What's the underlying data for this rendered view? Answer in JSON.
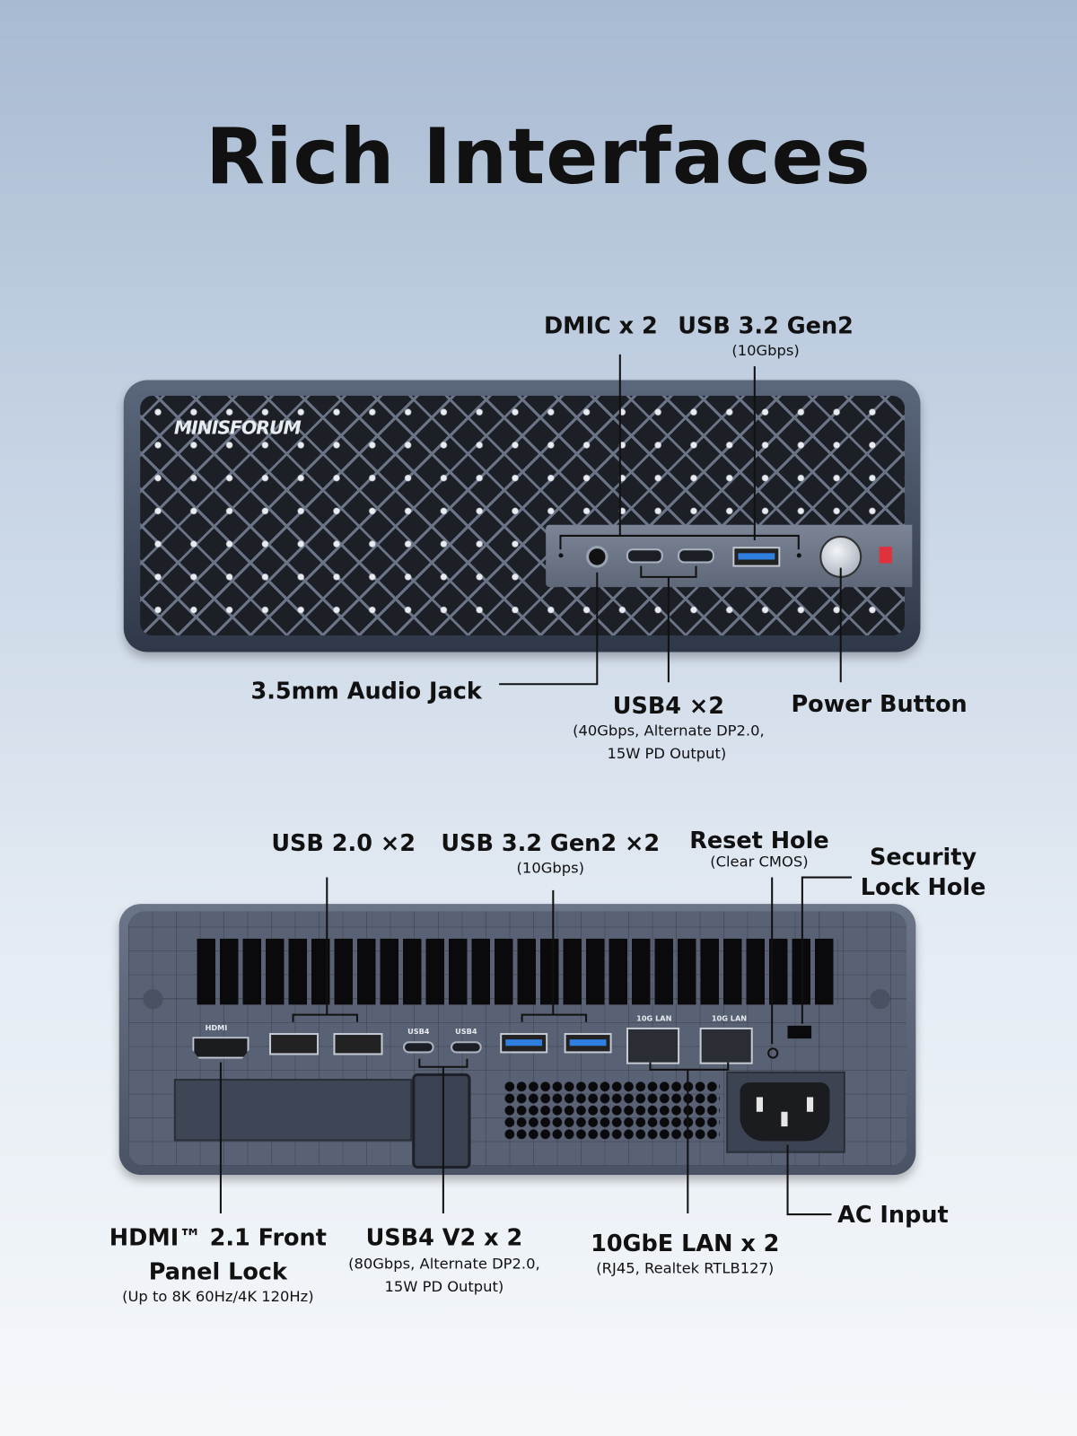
{
  "title": "Rich Interfaces",
  "brand_logo": "MINISFORUM",
  "front": {
    "dmic": "DMIC x 2",
    "usb32": "USB 3.2 Gen2",
    "usb32_sub": "(10Gbps)",
    "audio": "3.5mm Audio Jack",
    "usb4": "USB4 ×2",
    "usb4_sub1": "(40Gbps, Alternate DP2.0,",
    "usb4_sub2": "15W PD Output)",
    "power": "Power Button"
  },
  "rear": {
    "usb20": "USB 2.0 ×2",
    "usb32": "USB 3.2 Gen2 ×2",
    "usb32_sub": "(10Gbps)",
    "reset": "Reset Hole",
    "reset_sub": "(Clear CMOS)",
    "security1": "Security",
    "security2": "Lock Hole",
    "hdmi1": "HDMI™ 2.1 Front",
    "hdmi2": "Panel Lock",
    "hdmi_sub": "(Up to 8K 60Hz/4K 120Hz)",
    "usb4v2": "USB4 V2 x 2",
    "usb4v2_sub1": "(80Gbps, Alternate DP2.0,",
    "usb4v2_sub2": "15W PD Output)",
    "lan": "10GbE LAN x 2",
    "lan_sub": "(RJ45, Realtek RTLB127)",
    "ac": "AC Input",
    "port_labels": {
      "hdmi": "HDMI",
      "lan": "10G LAN",
      "usb4": "USB4"
    }
  },
  "colors": {
    "usb3_blue": "#2f7fe0",
    "ai_badge": "#e0323c"
  }
}
